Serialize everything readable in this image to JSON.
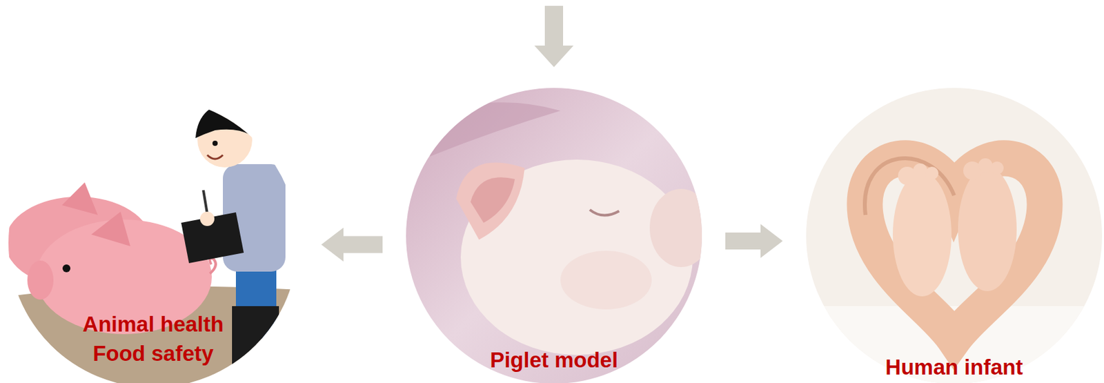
{
  "diagram": {
    "nodes": [
      {
        "text": [
          "Animal health Food safety"
        ]
      },
      {
        "text": [
          "Piglet model"
        ]
      },
      {
        "text": [
          "Human infant"
        ]
      }
    ],
    "edges": [
      {
        "from": 1,
        "to": 0,
        "arrow": "to"
      },
      {
        "from": 1,
        "to": 2,
        "arrow": "to"
      }
    ]
  }
}
